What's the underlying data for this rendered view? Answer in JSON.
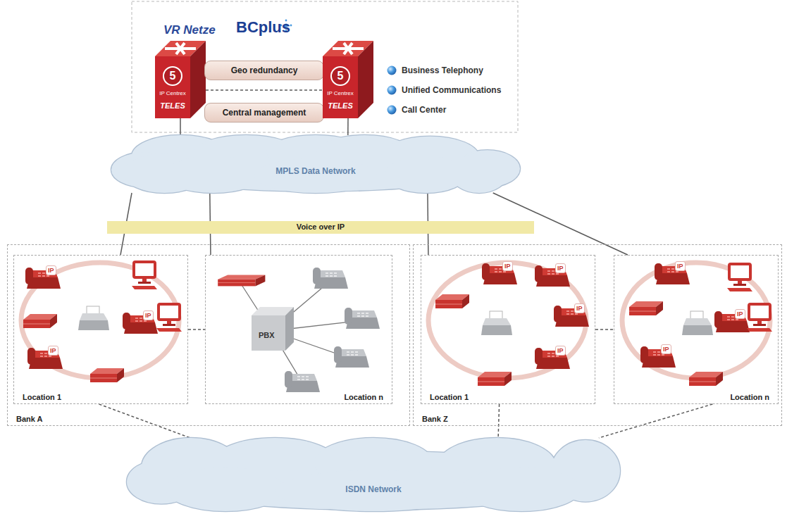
{
  "diagram": {
    "nodes": [
      {
        "text": [
          "5",
          "IP Centrex",
          "TELES"
        ]
      },
      {
        "text": [
          "Geo redundancy"
        ]
      },
      {
        "text": [
          "Central management"
        ]
      },
      {
        "text": [
          "5",
          "IP Centrex",
          "TELES"
        ]
      },
      {
        "text": [
          "MPLS Data Network"
        ]
      },
      {
        "text": [
          "Voice over IP"
        ]
      },
      {
        "text": [
          "Bank A"
        ]
      },
      {
        "text": [
          "Location 1"
        ],
        "in": 6
      },
      {
        "text": [
          "Location n"
        ],
        "in": 6
      },
      {
        "text": [
          "Bank Z"
        ]
      },
      {
        "text": [
          "Location 1"
        ],
        "in": 9
      },
      {
        "text": [
          "Location n"
        ],
        "in": 9
      },
      {
        "text": [
          "ISDN Network"
        ]
      }
    ],
    "edges": [
      {
        "from": 0,
        "to": 3,
        "arrow": "none"
      },
      {
        "from": 0,
        "to": 4,
        "arrow": "none"
      },
      {
        "from": 3,
        "to": 4,
        "arrow": "none"
      },
      {
        "from": 4,
        "to": 7,
        "arrow": "none"
      },
      {
        "from": 4,
        "to": 8,
        "arrow": "none"
      },
      {
        "from": 4,
        "to": 10,
        "arrow": "none"
      },
      {
        "from": 4,
        "to": 11,
        "arrow": "none"
      },
      {
        "from": 7,
        "to": 8,
        "arrow": "none"
      },
      {
        "from": 10,
        "to": 11,
        "arrow": "none"
      },
      {
        "from": 7,
        "to": 12,
        "arrow": "none"
      },
      {
        "from": 10,
        "to": 12,
        "arrow": "none"
      },
      {
        "from": 11,
        "to": 12,
        "arrow": "none"
      }
    ],
    "labels": [
      "VR Netze",
      "BCplus",
      "Business Telephony",
      "Unified Communications",
      "Call Center",
      "PBX",
      "IP",
      "IP",
      "IP",
      "IP",
      "IP",
      "IP",
      "IP",
      "IP",
      "IP",
      "IP"
    ]
  }
}
